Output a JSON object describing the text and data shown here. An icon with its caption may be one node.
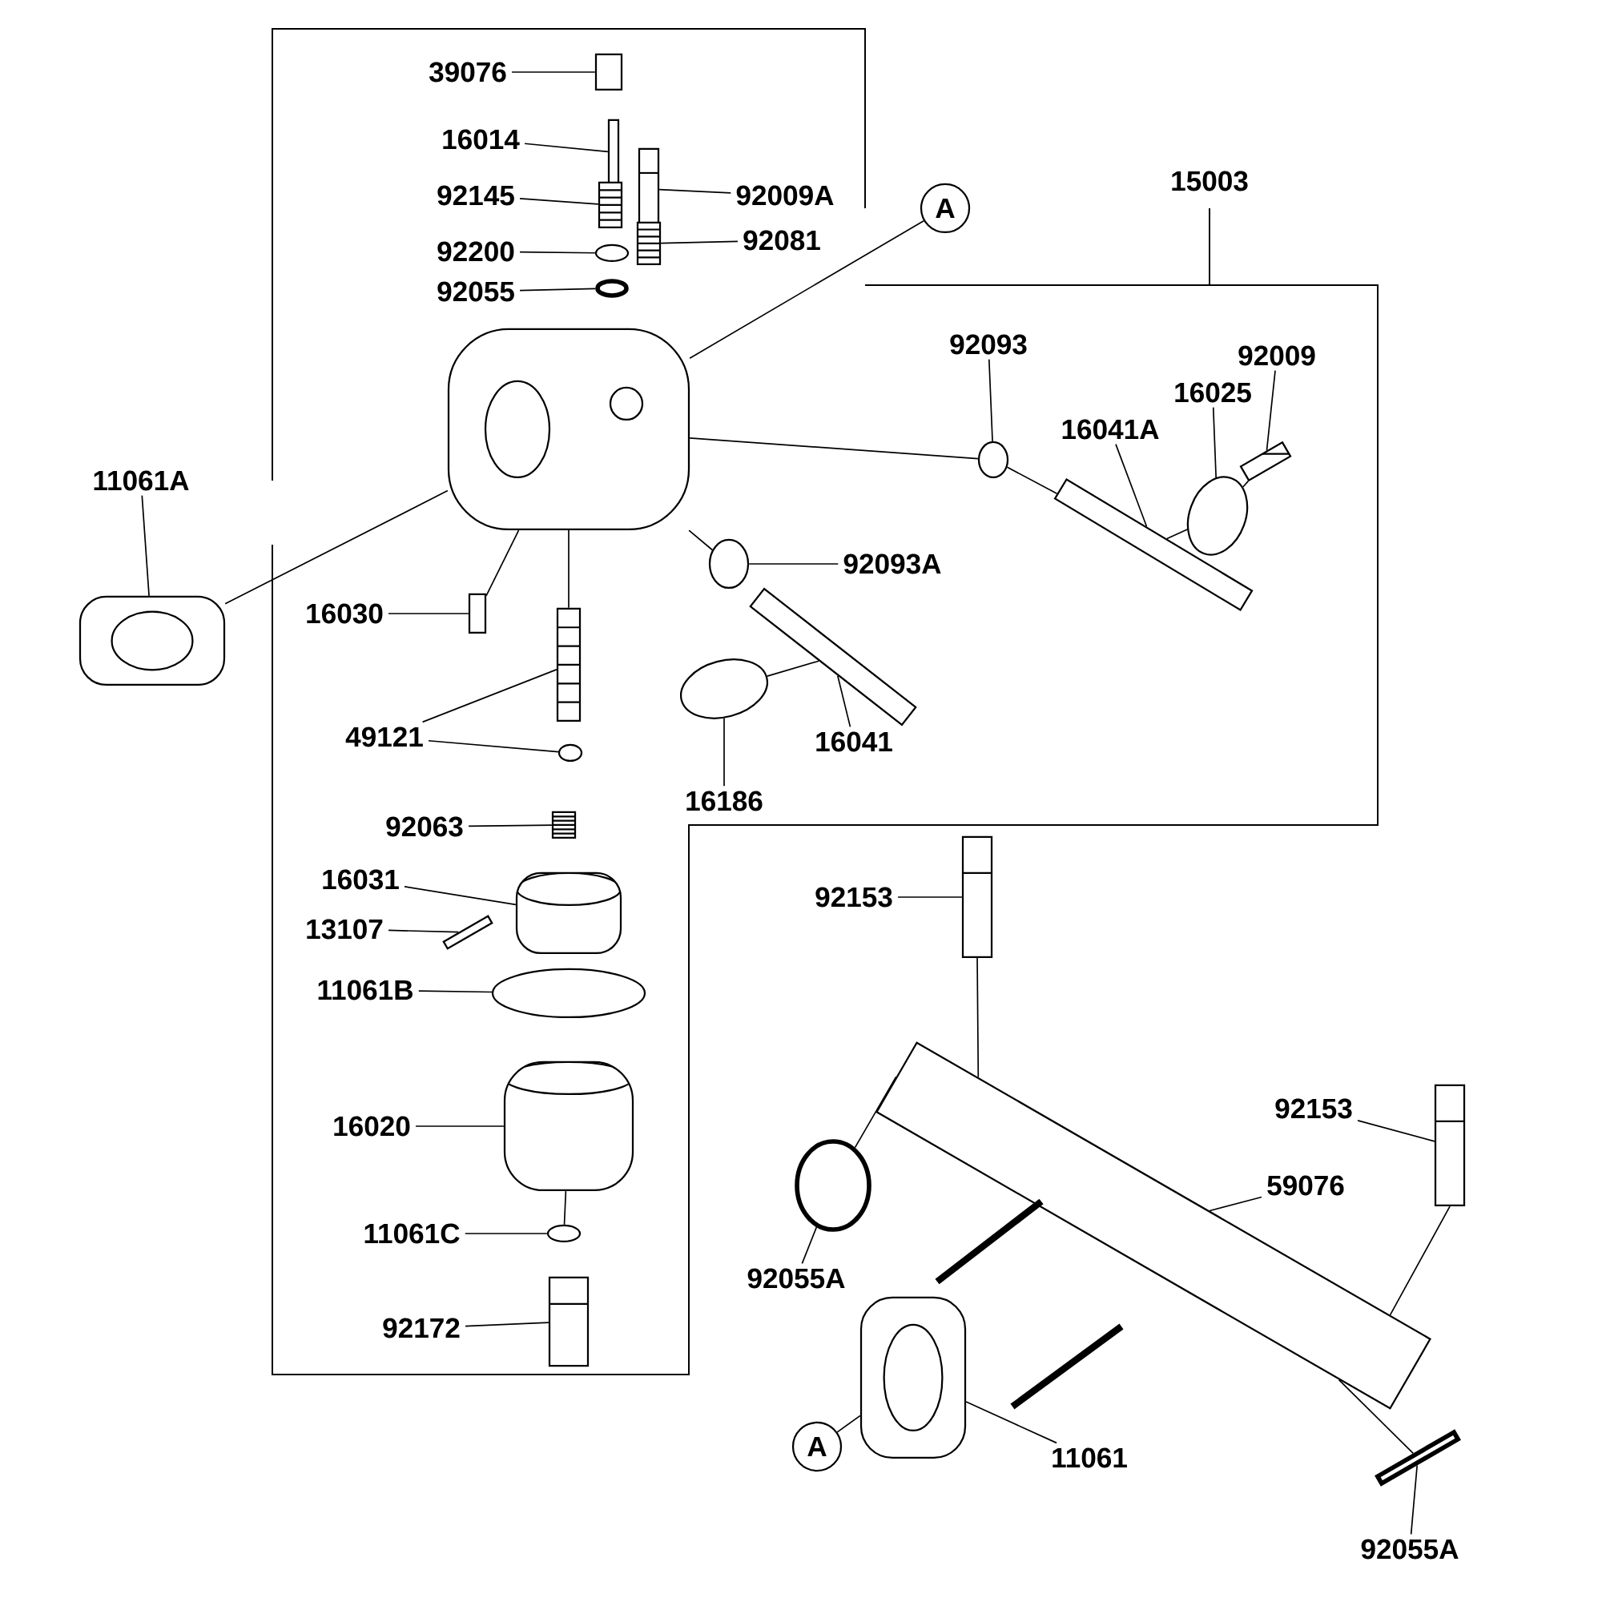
{
  "diagram": {
    "nodes": [
      {
        "text": [
          "39076"
        ]
      },
      {
        "text": [],
        "shape": "box"
      },
      {
        "text": [
          "16014"
        ]
      },
      {
        "text": [],
        "shape": "bar"
      },
      {
        "text": [
          "92145"
        ]
      },
      {
        "text": [],
        "shape": "picture"
      },
      {
        "text": [
          "92009A"
        ]
      },
      {
        "text": [],
        "shape": "picture"
      },
      {
        "text": [
          "92200"
        ]
      },
      {
        "text": [],
        "shape": "circle"
      },
      {
        "text": [
          "92081"
        ]
      },
      {
        "text": [],
        "shape": "picture"
      },
      {
        "text": [
          "92055"
        ]
      },
      {
        "text": [],
        "shape": "circle"
      },
      {
        "text": [
          "A"
        ]
      },
      {
        "text": [],
        "shape": "picture"
      },
      {
        "text": [
          "11061A"
        ]
      },
      {
        "text": [],
        "shape": "picture"
      },
      {
        "text": [
          "16030"
        ]
      },
      {
        "text": [],
        "shape": "box"
      },
      {
        "text": [
          "49121"
        ]
      },
      {
        "text": [],
        "shape": "picture"
      },
      {
        "text": [],
        "shape": "circle"
      },
      {
        "text": [
          "92063"
        ]
      },
      {
        "text": [],
        "shape": "picture"
      },
      {
        "text": [
          "16031"
        ]
      },
      {
        "text": [],
        "shape": "picture"
      },
      {
        "text": [
          "13107"
        ]
      },
      {
        "text": [],
        "shape": "bar"
      },
      {
        "text": [
          "11061B"
        ]
      },
      {
        "text": [],
        "shape": "circle"
      },
      {
        "text": [
          "16020"
        ]
      },
      {
        "text": [],
        "shape": "picture"
      },
      {
        "text": [
          "11061C"
        ]
      },
      {
        "text": [],
        "shape": "circle"
      },
      {
        "text": [
          "92172"
        ]
      },
      {
        "text": [],
        "shape": "picture"
      },
      {
        "text": [
          "92093"
        ]
      },
      {
        "text": [],
        "shape": "circle"
      },
      {
        "text": [
          "16041A"
        ]
      },
      {
        "text": [],
        "shape": "bar"
      },
      {
        "text": [
          "16025"
        ]
      },
      {
        "text": [],
        "shape": "circle"
      },
      {
        "text": [
          "92009"
        ]
      },
      {
        "text": [],
        "shape": "picture"
      },
      {
        "text": [
          "92093A"
        ]
      },
      {
        "text": [],
        "shape": "circle"
      },
      {
        "text": [
          "16041"
        ]
      },
      {
        "text": [],
        "shape": "bar"
      },
      {
        "text": [
          "16186"
        ]
      },
      {
        "text": [],
        "shape": "circle"
      },
      {
        "text": [
          "92153"
        ]
      },
      {
        "text": [],
        "shape": "picture"
      },
      {
        "text": [
          "92153"
        ]
      },
      {
        "text": [],
        "shape": "picture"
      },
      {
        "text": [
          "59076"
        ]
      },
      {
        "text": [],
        "shape": "picture"
      },
      {
        "text": [
          "92055A"
        ]
      },
      {
        "text": [],
        "shape": "circle"
      },
      {
        "text": [
          "A"
        ]
      },
      {
        "text": [],
        "shape": "picture"
      },
      {
        "text": [
          "11061"
        ]
      },
      {
        "text": [
          "92055A"
        ]
      },
      {
        "text": [],
        "shape": "bar"
      }
    ],
    "edges": [
      {
        "from": 0,
        "to": 1,
        "arrow": "none"
      },
      {
        "from": 2,
        "to": 3,
        "arrow": "none"
      },
      {
        "from": 4,
        "to": 5,
        "arrow": "none"
      },
      {
        "from": 6,
        "to": 7,
        "arrow": "none"
      },
      {
        "from": 8,
        "to": 9,
        "arrow": "none"
      },
      {
        "from": 10,
        "to": 11,
        "arrow": "none"
      },
      {
        "from": 12,
        "to": 13,
        "arrow": "none"
      },
      {
        "from": 14,
        "to": 15,
        "arrow": "none"
      },
      {
        "from": 16,
        "to": 17,
        "arrow": "none"
      },
      {
        "from": 17,
        "to": 15,
        "arrow": "none"
      },
      {
        "from": 18,
        "to": 19,
        "arrow": "none"
      },
      {
        "from": 19,
        "to": 15,
        "arrow": "none"
      },
      {
        "from": 20,
        "to": 21,
        "arrow": "none"
      },
      {
        "from": 20,
        "to": 22,
        "arrow": "none"
      },
      {
        "from": 21,
        "to": 15,
        "arrow": "none"
      },
      {
        "from": 23,
        "to": 24,
        "arrow": "none"
      },
      {
        "from": 25,
        "to": 26,
        "arrow": "none"
      },
      {
        "from": 27,
        "to": 28,
        "arrow": "none"
      },
      {
        "from": 29,
        "to": 30,
        "arrow": "none"
      },
      {
        "from": 31,
        "to": 32,
        "arrow": "none"
      },
      {
        "from": 33,
        "to": 34,
        "arrow": "none"
      },
      {
        "from": 34,
        "to": 32,
        "arrow": "none"
      },
      {
        "from": 35,
        "to": 36,
        "arrow": "none"
      },
      {
        "from": 15,
        "to": 38,
        "arrow": "none"
      },
      {
        "from": 37,
        "to": 38,
        "arrow": "none"
      },
      {
        "from": 38,
        "to": 40,
        "arrow": "none"
      },
      {
        "from": 39,
        "to": 40,
        "arrow": "none"
      },
      {
        "from": 41,
        "to": 42,
        "arrow": "none"
      },
      {
        "from": 42,
        "to": 40,
        "arrow": "none"
      },
      {
        "from": 43,
        "to": 44,
        "arrow": "none"
      },
      {
        "from": 44,
        "to": 42,
        "arrow": "none"
      },
      {
        "from": 15,
        "to": 46,
        "arrow": "none"
      },
      {
        "from": 45,
        "to": 46,
        "arrow": "none"
      },
      {
        "from": 47,
        "to": 48,
        "arrow": "none"
      },
      {
        "from": 50,
        "to": 48,
        "arrow": "none"
      },
      {
        "from": 49,
        "to": 50,
        "arrow": "none"
      },
      {
        "from": 51,
        "to": 52,
        "arrow": "none"
      },
      {
        "from": 52,
        "to": 56,
        "arrow": "none"
      },
      {
        "from": 53,
        "to": 54,
        "arrow": "none"
      },
      {
        "from": 54,
        "to": 56,
        "arrow": "none"
      },
      {
        "from": 55,
        "to": 56,
        "arrow": "none"
      },
      {
        "from": 57,
        "to": 58,
        "arrow": "none"
      },
      {
        "from": 58,
        "to": 56,
        "arrow": "none"
      },
      {
        "from": 59,
        "to": 60,
        "arrow": "none"
      },
      {
        "from": 61,
        "to": 60,
        "arrow": "none"
      },
      {
        "from": 62,
        "to": 63,
        "arrow": "none"
      },
      {
        "from": 63,
        "to": 56,
        "arrow": "none"
      }
    ],
    "labels": [
      "15003"
    ]
  }
}
